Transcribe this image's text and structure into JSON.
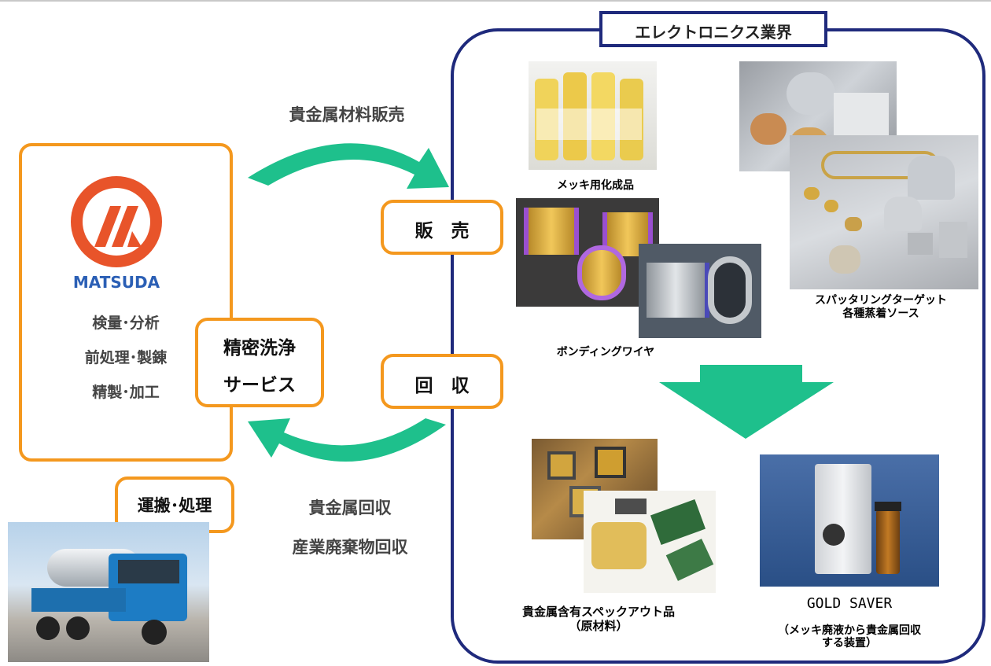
{
  "industry_title": "エレクトロニクス業界",
  "company": {
    "logo_text": "MATSUDA",
    "services": [
      "検量･分析",
      "前処理･製錬",
      "精製･加工"
    ],
    "cleaning_service": [
      "精密洗浄",
      "サービス"
    ],
    "transport": "運搬･処理"
  },
  "flows": {
    "top_label": "貴金属材料販売",
    "sell_badge": "販　売",
    "collect_badge": "回　収",
    "bottom_label_1": "貴金属回収",
    "bottom_label_2": "産業廃棄物回収"
  },
  "products": {
    "plating": "メッキ用化成品",
    "bonding": "ボンディングワイヤ",
    "sputtering_1": "スパッタリングターゲット",
    "sputtering_2": "各種蒸着ソース",
    "scrap_1": "貴金属含有スペックアウト品",
    "scrap_2": "（原材料）",
    "gold_saver": "GOLD SAVER",
    "gold_saver_desc_1": "（メッキ廃液から貴金属回収",
    "gold_saver_desc_2": "する装置）"
  },
  "colors": {
    "orange": "#f4981e",
    "navy": "#1f2a7c",
    "teal_arrow": "#1ec08c",
    "logo_red": "#e8542a",
    "logo_blue": "#2b5fb5"
  }
}
